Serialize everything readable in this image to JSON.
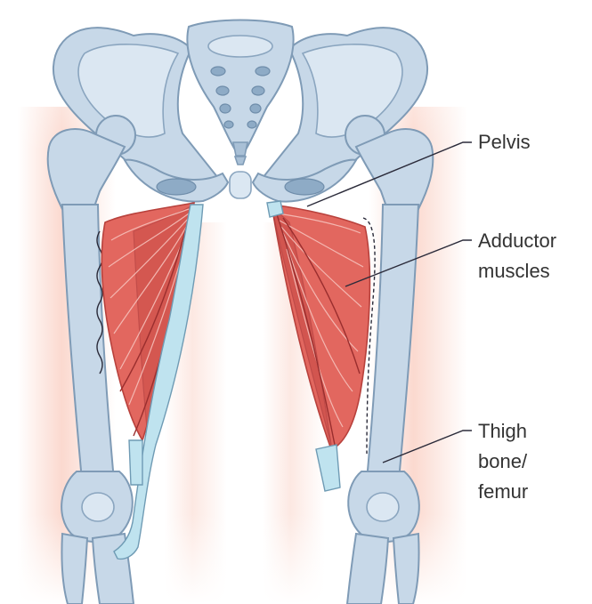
{
  "labels": {
    "pelvis": "Pelvis",
    "adductor_line1": "Adductor",
    "adductor_line2": "muscles",
    "femur_line1": "Thigh",
    "femur_line2": "bone/",
    "femur_line3": "femur"
  },
  "colors": {
    "bone": "#c7d8e8",
    "muscle": "#e2675f",
    "skin_shadow": "#fde3dc",
    "text": "#333333"
  }
}
